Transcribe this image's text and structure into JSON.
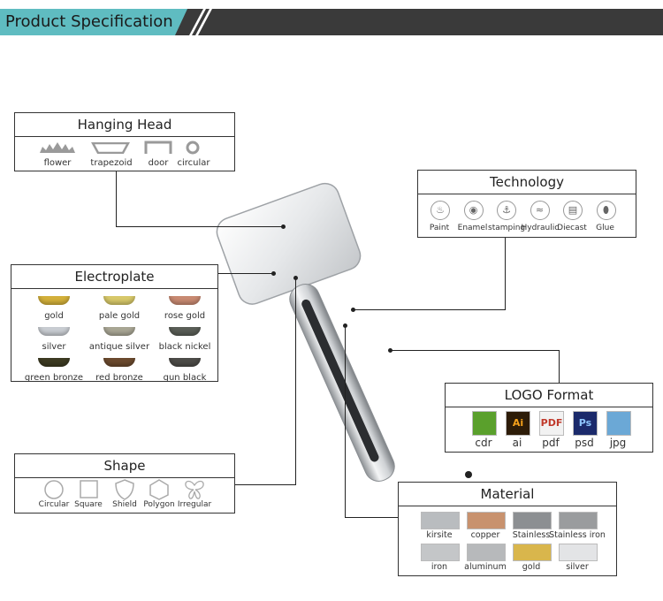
{
  "banner": {
    "title": "Product Specification"
  },
  "hanging_head": {
    "title": "Hanging Head",
    "items": [
      "flower",
      "trapezoid",
      "door",
      "circular"
    ]
  },
  "technology": {
    "title": "Technology",
    "items": [
      "Paint",
      "Enamel",
      "stamping",
      "Hydraulic",
      "Diecast",
      "Glue"
    ]
  },
  "electroplate": {
    "title": "Electroplate",
    "items": [
      "gold",
      "pale gold",
      "rose gold",
      "silver",
      "antique silver",
      "black nickel",
      "green bronze",
      "red bronze",
      "gun black"
    ],
    "colors": [
      "#d4b13a",
      "#d8c96a",
      "#c98a72",
      "#c9cdd2",
      "#a9a695",
      "#5a5e57",
      "#3d3b22",
      "#6b4a2e",
      "#4d4c48"
    ]
  },
  "logo_format": {
    "title": "LOGO Format",
    "items": [
      "cdr",
      "ai",
      "pdf",
      "psd",
      "jpg"
    ],
    "icons": [
      "cdr-icon",
      "ai-icon",
      "pdf-icon",
      "psd-icon",
      "jpg-icon"
    ],
    "icon_text": [
      "",
      "Ai",
      "PDF",
      "Ps",
      ""
    ]
  },
  "shape": {
    "title": "Shape",
    "items": [
      "Circular",
      "Square",
      "Shield",
      "Polygon",
      "Irregular"
    ]
  },
  "material": {
    "title": "Material",
    "items": [
      "kirsite",
      "copper",
      "Stainless",
      "Stainless iron",
      "iron",
      "aluminum",
      "gold",
      "silver"
    ],
    "colors": [
      "#b9bcbf",
      "#c8926e",
      "#8c8f92",
      "#9a9c9e",
      "#c4c6c8",
      "#b7b9bb",
      "#d9b64c",
      "#e3e4e6"
    ]
  }
}
